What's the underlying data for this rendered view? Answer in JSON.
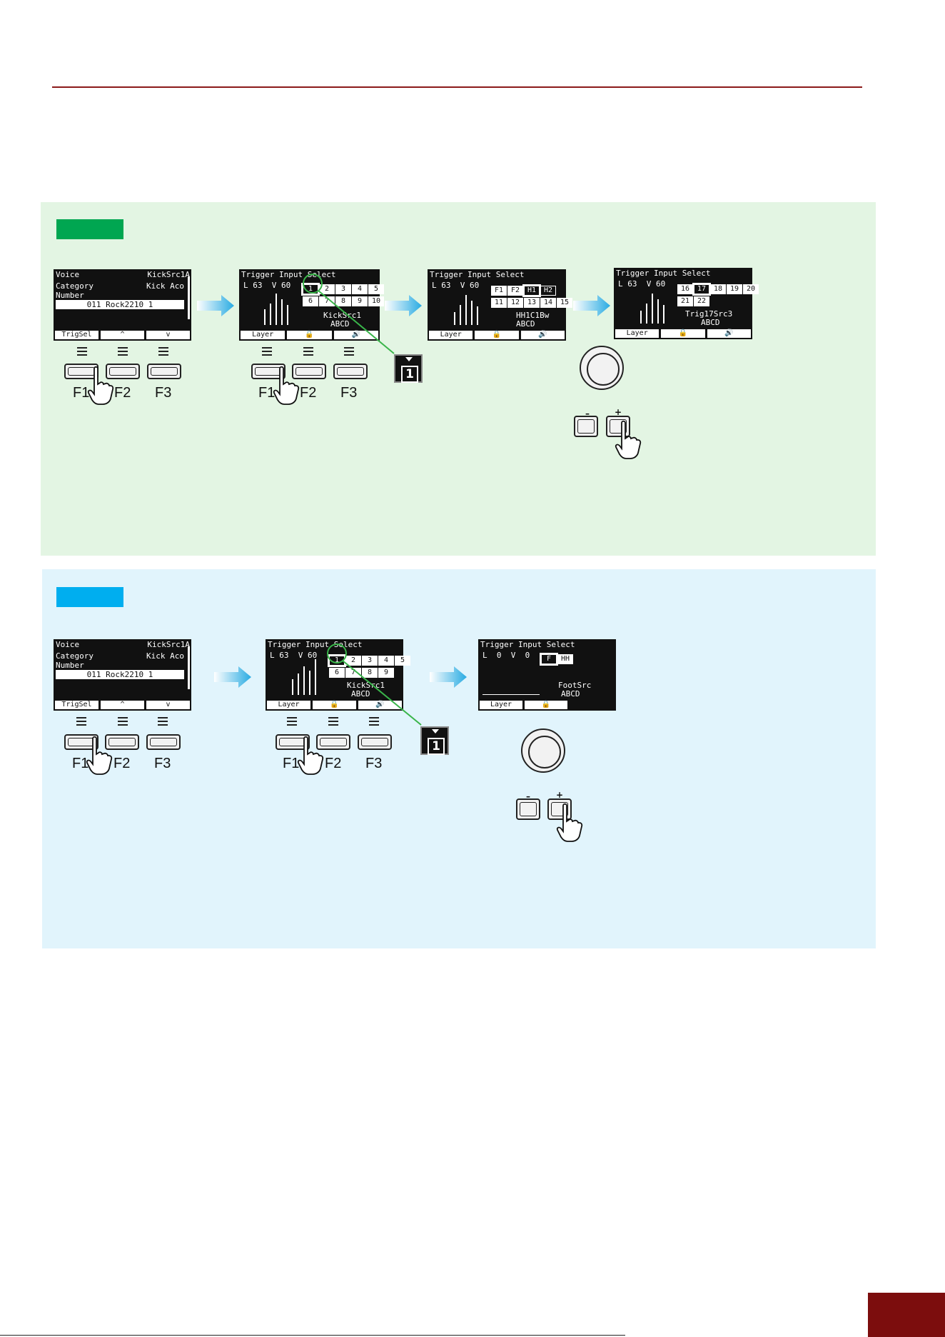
{
  "section_green": {
    "screen_voice": {
      "title": "Voice",
      "value": "KickSrc1A",
      "row2_label": "Category",
      "row2_value": "Kick Aco",
      "row3_label": "Number",
      "selected_line": "011 Rock2210 1",
      "softkeys": [
        "TrigSel",
        "^",
        "v"
      ]
    },
    "screen_select_1": {
      "title": "Trigger Input Select",
      "level_line": "L 63  V 60",
      "row1": [
        "1",
        "2",
        "3",
        "4",
        "5"
      ],
      "row2": [
        "6",
        "7",
        "8",
        "9",
        "10"
      ],
      "name": "KickSrc1",
      "abcd": "ABCD",
      "softkeys": [
        "Layer",
        "lock",
        "spk"
      ]
    },
    "screen_select_2": {
      "title": "Trigger Input Select",
      "level_line": "L 63  V 60",
      "row1": [
        "F1",
        "F2",
        "H1",
        "H2"
      ],
      "row2": [
        "11",
        "12",
        "13",
        "14",
        "15"
      ],
      "name": "HH1C1Bw",
      "abcd": "ABCD",
      "softkeys": [
        "Layer",
        "lock",
        "spk"
      ]
    },
    "screen_select_3": {
      "title": "Trigger Input Select",
      "level_line": "L 63  V 60",
      "row1": [
        "16",
        "17",
        "18",
        "19",
        "20"
      ],
      "row2": [
        "21",
        "22"
      ],
      "name": "Trig17Src3",
      "abcd": "ABCD",
      "softkeys": [
        "Layer",
        "lock",
        "spk"
      ]
    },
    "zoom_number": "1",
    "button_labels": [
      "F1",
      "F2",
      "F3"
    ],
    "minus": "–",
    "plus": "+"
  },
  "section_blue": {
    "screen_voice": {
      "title": "Voice",
      "value": "KickSrc1A",
      "row2_label": "Category",
      "row2_value": "Kick Aco",
      "row3_label": "Number",
      "selected_line": "011 Rock2210 1",
      "softkeys": [
        "TrigSel",
        "^",
        "v"
      ]
    },
    "screen_select_1": {
      "title": "Trigger Input Select",
      "level_line": "L 63  V 60",
      "row1": [
        "1",
        "2",
        "3",
        "4",
        "5"
      ],
      "row2": [
        "6",
        "7",
        "8",
        "9"
      ],
      "name": "KickSrc1",
      "abcd": "ABCD",
      "softkeys": [
        "Layer",
        "lock",
        "spk"
      ]
    },
    "screen_select_2": {
      "title": "Trigger Input Select",
      "level_line": "L  0  V  0",
      "row1": [
        "F",
        "HH"
      ],
      "name": "FootSrc",
      "abcd": "ABCD",
      "softkeys": [
        "Layer",
        "lock"
      ]
    },
    "zoom_number": "1",
    "button_labels": [
      "F1",
      "F2",
      "F3"
    ],
    "minus": "–",
    "plus": "+"
  },
  "colors": {
    "accent_rule": "#8b1a1a",
    "green_panel": "#e3f5e3",
    "green_tag": "#00a651",
    "blue_panel": "#e1f4fc",
    "blue_tag": "#00aeef",
    "arrow": "#29abe2",
    "footer_block": "#7c0d0d"
  }
}
